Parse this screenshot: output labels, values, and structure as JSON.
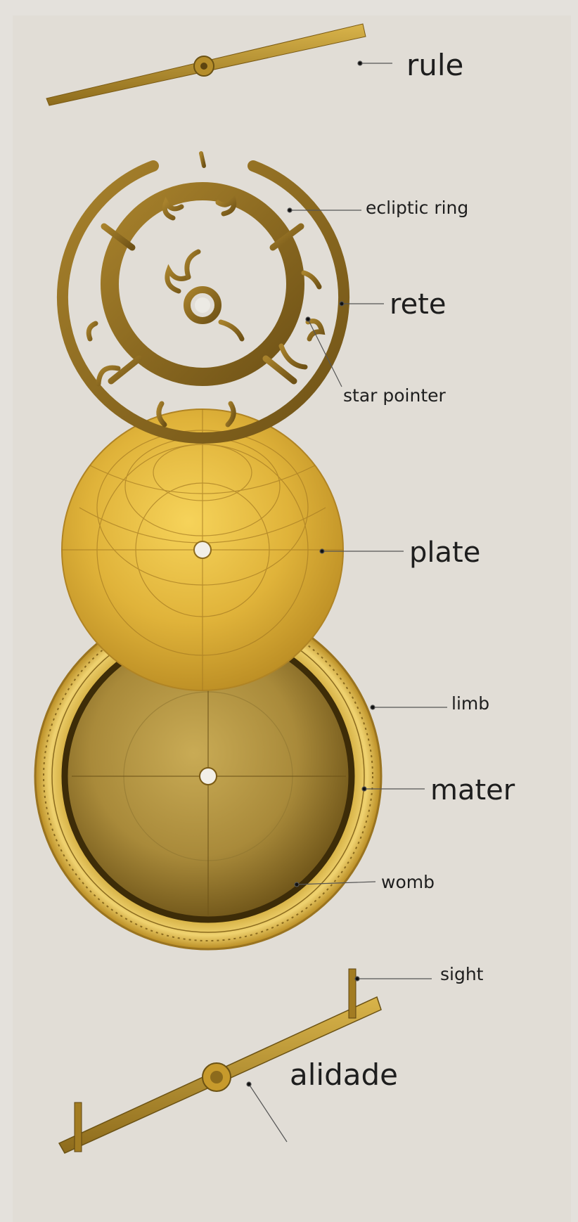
{
  "labels": {
    "rule": "rule",
    "ecliptic_ring": "ecliptic ring",
    "rete": "rete",
    "star_pointer": "star pointer",
    "plate": "plate",
    "limb": "limb",
    "mater": "mater",
    "womb": "womb",
    "sight": "sight",
    "alidade": "alidade"
  },
  "colors": {
    "background": "#e1ddd6",
    "brass_dark": "#6b5214",
    "brass": "#b8922c",
    "brass_light": "#e6c24a",
    "label_text": "#1e1e1e"
  }
}
